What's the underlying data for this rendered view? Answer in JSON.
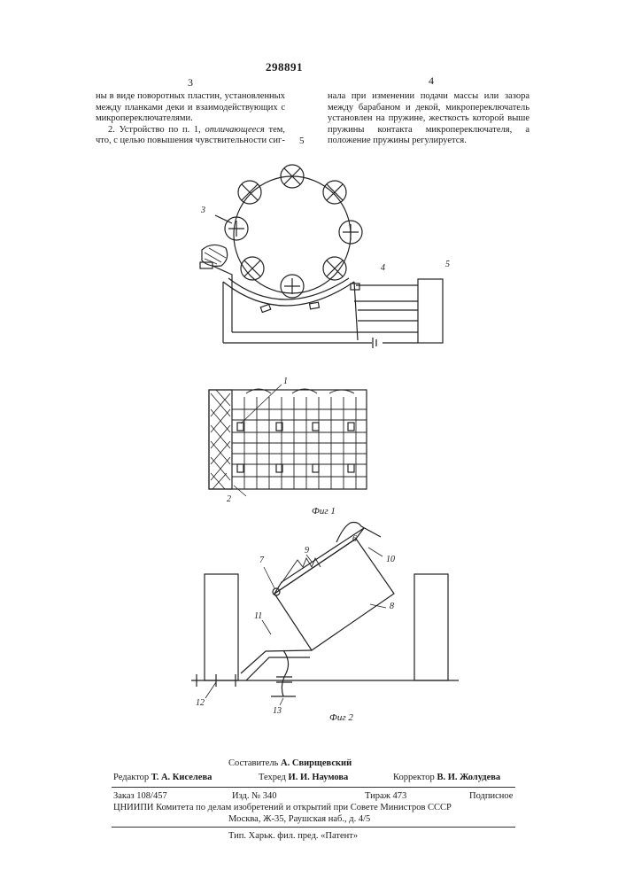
{
  "header": {
    "patent_number": "298891",
    "col_left_number": "3",
    "col_right_number": "4",
    "line_number": "5"
  },
  "text": {
    "left_col": "ны в виде поворотных пластин, установленных между планками деки и взаимодействующих с микропереключателями.",
    "left_col_claim_start": "2. Устройство по п. 1,",
    "left_col_claim_em": "отличающееся",
    "left_col_claim_end": "тем, что, с целью повышения чувствительности сиг-",
    "right_col": "нала при изменении подачи массы или зазора между барабаном и декой, микропереключатель установлен на пружине, жесткость которой выше пружины контакта микропереключателя, а положение пружины регулируется."
  },
  "figures": {
    "fig1_caption": "Фиг 1",
    "fig2_caption": "Фиг 2",
    "labels": {
      "l1": "1",
      "l2": "2",
      "l3": "3",
      "l4": "4",
      "l5": "5",
      "l6": "6",
      "l7": "7",
      "l8": "8",
      "l9": "9",
      "l10": "10",
      "l11": "11",
      "l12": "12",
      "l13": "13"
    }
  },
  "colophon": {
    "compiler_label": "Составитель",
    "compiler_name": "А. Свирщевский",
    "editor_label": "Редактор",
    "editor_name": "Т. А. Киселева",
    "techred_label": "Техред",
    "techred_name": "И. И. Наумова",
    "corrector_label": "Корректор",
    "corrector_name": "В. И. Жолудева",
    "order": "Заказ 108/457",
    "edition": "Изд. № 340",
    "circulation": "Тираж 473",
    "subscription": "Подписное",
    "org_line": "ЦНИИПИ Комитета по делам изобретений и открытий при Совете Министров СССР",
    "address": "Москва, Ж-35, Раушская наб., д. 4/5",
    "printer": "Тип. Харьк. фил. пред. «Патент»"
  }
}
